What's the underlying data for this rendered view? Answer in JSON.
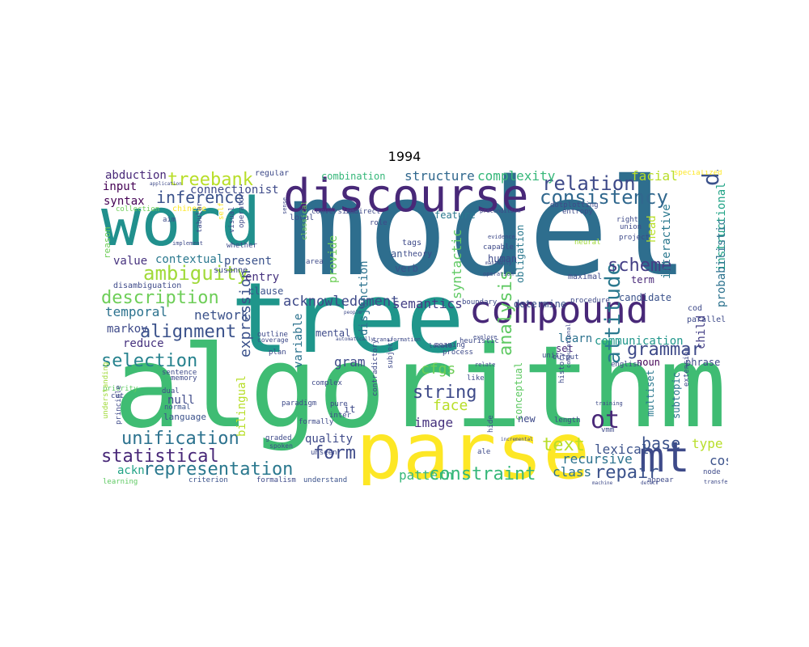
{
  "title": "1994",
  "words": [
    {
      "text": "model",
      "color": "#2e6e8e"
    },
    {
      "text": "algorithm",
      "color": "#3fbc73"
    },
    {
      "text": "tree",
      "color": "#1f968b"
    },
    {
      "text": "parse",
      "color": "#fde725"
    },
    {
      "text": "word",
      "color": "#21908d"
    },
    {
      "text": "discourse",
      "color": "#482878"
    },
    {
      "text": "compound",
      "color": "#482878"
    },
    {
      "text": "mt",
      "color": "#3e4a89"
    },
    {
      "text": "dialogue",
      "color": "#3b528b"
    },
    {
      "text": "consistency",
      "color": "#31688e"
    },
    {
      "text": "relation",
      "color": "#3e4a89"
    },
    {
      "text": "treebank",
      "color": "#b8de29"
    },
    {
      "text": "inference",
      "color": "#3b528b"
    },
    {
      "text": "ambiguity",
      "color": "#a0da39"
    },
    {
      "text": "description",
      "color": "#6ece58"
    },
    {
      "text": "alignment",
      "color": "#3b528b"
    },
    {
      "text": "selection",
      "color": "#26828e"
    },
    {
      "text": "unification",
      "color": "#2c728e"
    },
    {
      "text": "statistical",
      "color": "#482878"
    },
    {
      "text": "representation",
      "color": "#2a788e"
    },
    {
      "text": "constraint",
      "color": "#35b779"
    },
    {
      "text": "repair",
      "color": "#3b528b"
    },
    {
      "text": "text",
      "color": "#b8de29"
    },
    {
      "text": "attitude",
      "color": "#2a788e"
    },
    {
      "text": "analysis",
      "color": "#5ec962"
    },
    {
      "text": "string",
      "color": "#3e4a89"
    },
    {
      "text": "form",
      "color": "#3e4a89"
    },
    {
      "text": "grammar",
      "color": "#3e4a89"
    },
    {
      "text": "scheme",
      "color": "#433e85"
    },
    {
      "text": "ot",
      "color": "#482878"
    },
    {
      "text": "base",
      "color": "#3b528b"
    },
    {
      "text": "structure",
      "color": "#31688e"
    },
    {
      "text": "complexity",
      "color": "#35b779"
    },
    {
      "text": "facial",
      "color": "#b8de29"
    },
    {
      "text": "syntactic",
      "color": "#5ec962"
    },
    {
      "text": "expression",
      "color": "#3b528b"
    },
    {
      "text": "acknowledgment",
      "color": "#3e4a89"
    },
    {
      "text": "semantics",
      "color": "#433e85"
    },
    {
      "text": "network",
      "color": "#3b528b"
    },
    {
      "text": "temporal",
      "color": "#2c728e"
    },
    {
      "text": "cfgs",
      "color": "#6ece58"
    },
    {
      "text": "gram",
      "color": "#3e4a89"
    },
    {
      "text": "face",
      "color": "#b8de29"
    },
    {
      "text": "image",
      "color": "#46327e"
    },
    {
      "text": "pattern",
      "color": "#35b779"
    },
    {
      "text": "class",
      "color": "#2c728e"
    },
    {
      "text": "lexical",
      "color": "#3b528b"
    },
    {
      "text": "recursive",
      "color": "#2c728e"
    },
    {
      "text": "type",
      "color": "#b8de29"
    },
    {
      "text": "cost",
      "color": "#3b528b"
    },
    {
      "text": "abduction",
      "color": "#482878"
    },
    {
      "text": "connectionist",
      "color": "#3e4a89"
    },
    {
      "text": "input",
      "color": "#440154"
    },
    {
      "text": "syntax",
      "color": "#440154"
    },
    {
      "text": "value",
      "color": "#46327e"
    },
    {
      "text": "contextual",
      "color": "#2a788e"
    },
    {
      "text": "entry",
      "color": "#46327e"
    },
    {
      "text": "present",
      "color": "#3b528b"
    },
    {
      "text": "reduce",
      "color": "#46327e"
    },
    {
      "text": "markov",
      "color": "#3e4a89"
    },
    {
      "text": "null",
      "color": "#3e4a89"
    },
    {
      "text": "ackn",
      "color": "#20a386"
    },
    {
      "text": "quality",
      "color": "#3e4a89"
    },
    {
      "text": "provide",
      "color": "#6ece58"
    },
    {
      "text": "disjunction",
      "color": "#2c728e"
    },
    {
      "text": "variable",
      "color": "#2c728e"
    },
    {
      "text": "bilingual",
      "color": "#b8de29"
    },
    {
      "text": "combination",
      "color": "#35b779"
    },
    {
      "text": "feature",
      "color": "#2a788e"
    },
    {
      "text": "human",
      "color": "#3e4a89"
    },
    {
      "text": "obligation",
      "color": "#2a788e"
    },
    {
      "text": "instructional",
      "color": "#20a386"
    },
    {
      "text": "interactive",
      "color": "#2a788e"
    },
    {
      "text": "probabilistic",
      "color": "#2c728e"
    },
    {
      "text": "head",
      "color": "#b8de29"
    },
    {
      "text": "term",
      "color": "#482878"
    },
    {
      "text": "candidate",
      "color": "#3b528b"
    },
    {
      "text": "determine",
      "color": "#3b528b"
    },
    {
      "text": "communication",
      "color": "#1f968b"
    },
    {
      "text": "learn",
      "color": "#2c728e"
    },
    {
      "text": "noun",
      "color": "#440154"
    },
    {
      "text": "set",
      "color": "#482878"
    },
    {
      "text": "child",
      "color": "#433e85"
    },
    {
      "text": "phrase",
      "color": "#3e4a89"
    },
    {
      "text": "multiset",
      "color": "#2a788e"
    },
    {
      "text": "subtopic",
      "color": "#2c728e"
    },
    {
      "text": "conceptual",
      "color": "#5ec962"
    },
    {
      "text": "new",
      "color": "#3e4a89"
    },
    {
      "text": "mental",
      "color": "#3e4a89"
    },
    {
      "text": "clause",
      "color": "#3b528b"
    },
    {
      "text": "verb",
      "color": "#3b528b"
    },
    {
      "text": "an",
      "color": "#3b528b"
    },
    {
      "text": "theory",
      "color": "#3e4a89"
    },
    {
      "text": "tags",
      "color": "#3e4a89"
    },
    {
      "text": "it",
      "color": "#3e4a89"
    },
    {
      "text": "regular",
      "color": "#3e4a89"
    },
    {
      "text": "chinese",
      "color": "#fde725"
    },
    {
      "text": "collection",
      "color": "#6ece58"
    },
    {
      "text": "reason",
      "color": "#6ece58"
    },
    {
      "text": "disambiguation",
      "color": "#3e4a89"
    },
    {
      "text": "susanne",
      "color": "#3e4a89"
    },
    {
      "text": "language",
      "color": "#3b528b"
    },
    {
      "text": "memory",
      "color": "#3e4a89"
    },
    {
      "text": "sentence",
      "color": "#3e4a89"
    },
    {
      "text": "priority",
      "color": "#5ec962"
    },
    {
      "text": "normal",
      "color": "#3b528b"
    },
    {
      "text": "dual",
      "color": "#3e4a89"
    },
    {
      "text": "cut",
      "color": "#3e4a89"
    },
    {
      "text": "understanding",
      "color": "#a0da39"
    },
    {
      "text": "principle",
      "color": "#3e4a89"
    },
    {
      "text": "learning",
      "color": "#5ec962"
    },
    {
      "text": "criterion",
      "color": "#3b528b"
    },
    {
      "text": "formalism",
      "color": "#3e4a89"
    },
    {
      "text": "understand",
      "color": "#3b528b"
    },
    {
      "text": "spoken",
      "color": "#3e4a89"
    },
    {
      "text": "graded",
      "color": "#3e4a89"
    },
    {
      "text": "unseen",
      "color": "#3e4a89"
    },
    {
      "text": "inter",
      "color": "#3e4a89"
    },
    {
      "text": "pure",
      "color": "#3e4a89"
    },
    {
      "text": "paradigm",
      "color": "#3e4a89"
    },
    {
      "text": "formally",
      "color": "#3e4a89"
    },
    {
      "text": "complex",
      "color": "#3e4a89"
    },
    {
      "text": "plan",
      "color": "#3e4a89"
    },
    {
      "text": "outline",
      "color": "#3e4a89"
    },
    {
      "text": "coverage",
      "color": "#3e4a89"
    },
    {
      "text": "whether",
      "color": "#3e4a89"
    },
    {
      "text": "tabular",
      "color": "#3e4a89"
    },
    {
      "text": "self",
      "color": "#fde725"
    },
    {
      "text": "visual",
      "color": "#3e4a89"
    },
    {
      "text": "operator",
      "color": "#3e4a89"
    },
    {
      "text": "aim",
      "color": "#3e4a89"
    },
    {
      "text": "implement",
      "color": "#3e4a89"
    },
    {
      "text": "application",
      "color": "#3e4a89"
    },
    {
      "text": "local",
      "color": "#3e4a89"
    },
    {
      "text": "sense",
      "color": "#3e4a89"
    },
    {
      "text": "classical",
      "color": "#6ece58"
    },
    {
      "text": "area",
      "color": "#3e4a89"
    },
    {
      "text": "conversion",
      "color": "#3e4a89"
    },
    {
      "text": "indirect",
      "color": "#3e4a89"
    },
    {
      "text": "role",
      "color": "#3e4a89"
    },
    {
      "text": "capable",
      "color": "#3e4a89"
    },
    {
      "text": "precondition",
      "color": "#3e4a89"
    },
    {
      "text": "dotplotting",
      "color": "#3e4a89"
    },
    {
      "text": "entropy",
      "color": "#3e4a89"
    },
    {
      "text": "right",
      "color": "#3e4a89"
    },
    {
      "text": "union",
      "color": "#3e4a89"
    },
    {
      "text": "project",
      "color": "#3e4a89"
    },
    {
      "text": "neural",
      "color": "#a0da39"
    },
    {
      "text": "maximal",
      "color": "#3e4a89"
    },
    {
      "text": "specialized",
      "color": "#fde725"
    },
    {
      "text": "parallel",
      "color": "#3e4a89"
    },
    {
      "text": "english",
      "color": "#3e4a89"
    },
    {
      "text": "unit",
      "color": "#3e4a89"
    },
    {
      "text": "output",
      "color": "#3e4a89"
    },
    {
      "text": "extension",
      "color": "#3e4a89"
    },
    {
      "text": "vmm",
      "color": "#3e4a89"
    },
    {
      "text": "length",
      "color": "#3e4a89"
    },
    {
      "text": "history",
      "color": "#3e4a89"
    },
    {
      "text": "computational",
      "color": "#3e4a89"
    },
    {
      "text": "training",
      "color": "#3e4a89"
    },
    {
      "text": "node",
      "color": "#3e4a89"
    },
    {
      "text": "appear",
      "color": "#3e4a89"
    },
    {
      "text": "transfer",
      "color": "#3e4a89"
    },
    {
      "text": "meaning",
      "color": "#3e4a89"
    },
    {
      "text": "process",
      "color": "#3e4a89"
    },
    {
      "text": "transformation",
      "color": "#3e4a89"
    },
    {
      "text": "explore",
      "color": "#3e4a89"
    },
    {
      "text": "subject",
      "color": "#3e4a89"
    },
    {
      "text": "contradictory",
      "color": "#3e4a89"
    },
    {
      "text": "like",
      "color": "#3e4a89"
    },
    {
      "text": "relate",
      "color": "#3e4a89"
    },
    {
      "text": "hide",
      "color": "#3e4a89"
    },
    {
      "text": "ale",
      "color": "#3e4a89"
    },
    {
      "text": "incremental",
      "color": "#3e4a89"
    },
    {
      "text": "boundary",
      "color": "#3e4a89"
    },
    {
      "text": "heuristic",
      "color": "#3e4a89"
    },
    {
      "text": "procedure",
      "color": "#3e4a89"
    },
    {
      "text": "locate",
      "color": "#3e4a89"
    },
    {
      "text": "machine",
      "color": "#3e4a89"
    },
    {
      "text": "detect",
      "color": "#3e4a89"
    },
    {
      "text": "evidence",
      "color": "#3e4a89"
    },
    {
      "text": "operation",
      "color": "#3e4a89"
    },
    {
      "text": "cod",
      "color": "#3e4a89"
    },
    {
      "text": "automatically",
      "color": "#3e4a89"
    },
    {
      "text": "people",
      "color": "#3e4a89"
    },
    {
      "text": "maximally",
      "color": "#3e4a89"
    }
  ]
}
